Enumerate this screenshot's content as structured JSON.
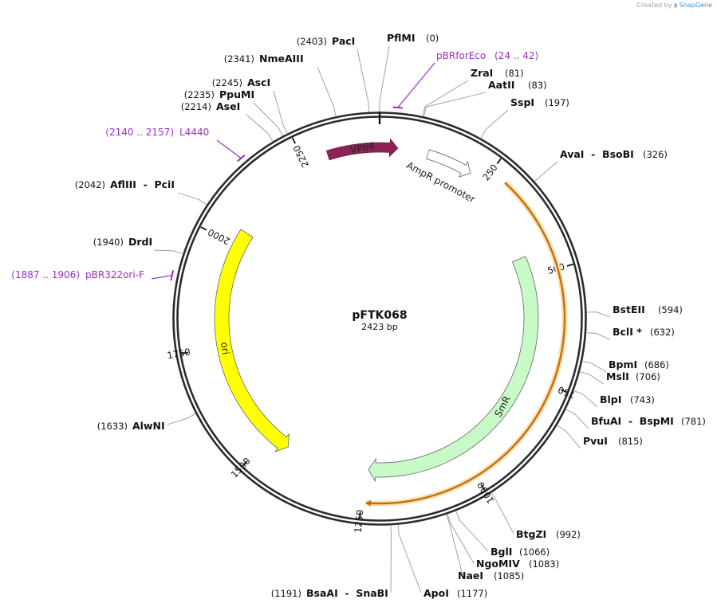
{
  "plasmid": {
    "name": "pFTK068",
    "length": 2423,
    "length_label": "2423 bp"
  },
  "credit": {
    "prefix": "Created by",
    "brand": "SnapGene"
  },
  "colors": {
    "backbone": "#2b2b2b",
    "primer": "#9b30c8",
    "vp64": "#8b2455",
    "ampr_promoter": "#ffffff",
    "ori": "#ffff00",
    "smr": "#c8fac8",
    "orf": "#f0a020",
    "leader": "#999999"
  },
  "ticks": [
    {
      "pos": 0,
      "label": ""
    },
    {
      "pos": 250,
      "label": "250"
    },
    {
      "pos": 500,
      "label": "500"
    },
    {
      "pos": 750,
      "label": "750"
    },
    {
      "pos": 1000,
      "label": "1000"
    },
    {
      "pos": 1250,
      "label": "1250"
    },
    {
      "pos": 1500,
      "label": "1500"
    },
    {
      "pos": 1750,
      "label": "1750"
    },
    {
      "pos": 2000,
      "label": "2000"
    },
    {
      "pos": 2250,
      "label": "2250"
    }
  ],
  "features": [
    {
      "name": "VP64",
      "type": "arrow",
      "start": 2305,
      "end": 41,
      "strand": 1,
      "color": "#8b2455",
      "label_inside": true
    },
    {
      "name": "AmpR promoter",
      "type": "arrow",
      "start": 110,
      "end": 215,
      "strand": 1,
      "color": "#ffffff",
      "label_inside": false
    },
    {
      "name": "SmR",
      "type": "arrow",
      "start": 450,
      "end": 1240,
      "strand": 1,
      "color": "#c8fac8",
      "label_inside": true
    },
    {
      "name": "ori",
      "type": "arrow",
      "start": 1450,
      "end": 2038,
      "strand": -1,
      "color": "#ffff00",
      "label_inside": true
    },
    {
      "name": "ORF",
      "type": "orf",
      "start": 287,
      "end": 1240,
      "strand": 1,
      "color": "#f0a020"
    }
  ],
  "enzymes": [
    {
      "name": "PacI",
      "pos_label": "(2403)",
      "site": 2403
    },
    {
      "name": "PflMI",
      "pos_label": "(0)",
      "site": 0
    },
    {
      "name": "NmeAIII",
      "pos_label": "(2341)",
      "site": 2341
    },
    {
      "name": "AscI",
      "pos_label": "(2245)",
      "site": 2245
    },
    {
      "name": "PpuMI",
      "pos_label": "(2235)",
      "site": 2235
    },
    {
      "name": "AseI",
      "pos_label": "(2214)",
      "site": 2214
    },
    {
      "name": "ZraI",
      "pos_label": "(81)",
      "site": 81
    },
    {
      "name": "AatII",
      "pos_label": "(83)",
      "site": 83
    },
    {
      "name": "SspI",
      "pos_label": "(197)",
      "site": 197
    },
    {
      "name": "AvaI  -  BsoBI",
      "pos_label": "(326)",
      "site": 326
    },
    {
      "name": "AflIII  -  PciI",
      "pos_label": "(2042)",
      "site": 2042
    },
    {
      "name": "DrdI",
      "pos_label": "(1940)",
      "site": 1940
    },
    {
      "name": "BstEII",
      "pos_label": "(594)",
      "site": 594
    },
    {
      "name": "BclI *",
      "pos_label": "(632)",
      "site": 632
    },
    {
      "name": "BpmI",
      "pos_label": "(686)",
      "site": 686
    },
    {
      "name": "MslI",
      "pos_label": "(706)",
      "site": 706
    },
    {
      "name": "BlpI",
      "pos_label": "(743)",
      "site": 743
    },
    {
      "name": "BfuAI  -  BspMI",
      "pos_label": "(781)",
      "site": 781
    },
    {
      "name": "PvuI",
      "pos_label": "(815)",
      "site": 815
    },
    {
      "name": "AlwNI",
      "pos_label": "(1633)",
      "site": 1633
    },
    {
      "name": "BtgZI",
      "pos_label": "(992)",
      "site": 992
    },
    {
      "name": "BglI",
      "pos_label": "(1066)",
      "site": 1066
    },
    {
      "name": "NgoMIV",
      "pos_label": "(1083)",
      "site": 1083
    },
    {
      "name": "NaeI",
      "pos_label": "(1085)",
      "site": 1085
    },
    {
      "name": "ApoI",
      "pos_label": "(1177)",
      "site": 1177
    },
    {
      "name": "BsaAI  -  SnaBI",
      "pos_label": "(1191)",
      "site": 1191
    }
  ],
  "primers": [
    {
      "name": "pBRforEco",
      "range_label": "(24 .. 42)",
      "start": 24,
      "end": 42
    },
    {
      "name": "L4440",
      "range_label": "(2140 .. 2157)",
      "start": 2140,
      "end": 2157
    },
    {
      "name": "pBR322ori-F",
      "range_label": "(1887 .. 1906)",
      "start": 1887,
      "end": 1906
    }
  ]
}
